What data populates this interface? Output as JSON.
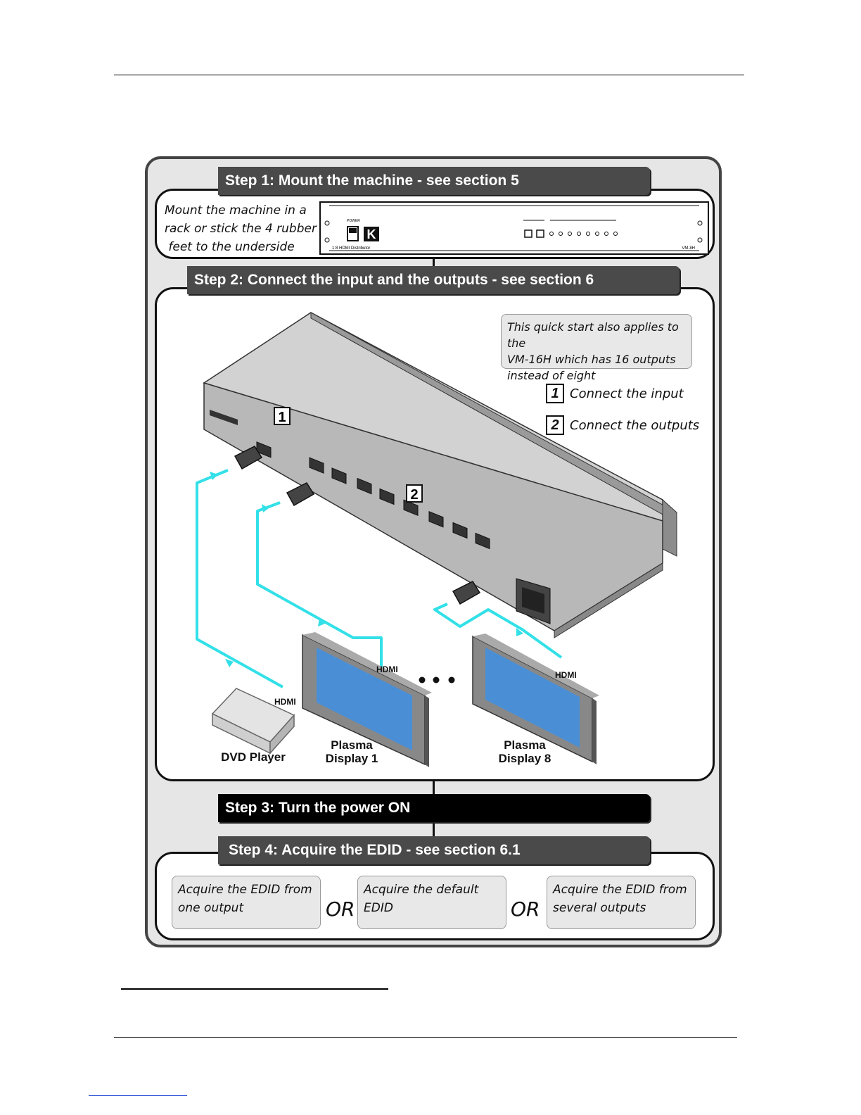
{
  "step1": {
    "title": "Step 1: Mount the machine - see section 5",
    "text_lines": [
      "Mount the machine in a",
      "rack or stick the 4 rubber",
      " feet to the underside"
    ],
    "device": {
      "power_label": "POWER",
      "model_left": "1:8 HDMI Distributor",
      "model_right": "VM-8H",
      "logo": "K"
    }
  },
  "step2": {
    "title": "Step 2: Connect the input and the outputs - see section 6",
    "note_lines": [
      "This quick start also applies to the",
      "VM-16H which has 16 outputs",
      "instead of eight"
    ],
    "legend": [
      {
        "num": "1",
        "text": "Connect the input"
      },
      {
        "num": "2",
        "text": "Connect the outputs"
      }
    ],
    "markers": [
      "1",
      "2"
    ],
    "hdmi_label": "HDMI",
    "devices": {
      "dvd": "DVD Player",
      "display1_line1": "Plasma",
      "display1_line2": "Display 1",
      "display8_line1": "Plasma",
      "display8_line2": "Display 8"
    },
    "colors": {
      "cable": "#33e0e8",
      "screen": "#4a8fd6"
    }
  },
  "step3": {
    "title": "Step 3: Turn the power ON"
  },
  "step4": {
    "title": "Step 4: Acquire the EDID - see section 6.1",
    "options": [
      {
        "lines": [
          "Acquire the EDID from",
          "one output"
        ]
      },
      {
        "lines": [
          "Acquire the default",
          "EDID"
        ]
      },
      {
        "lines": [
          "Acquire the EDID from",
          "several outputs"
        ]
      }
    ],
    "or_label": "OR"
  }
}
